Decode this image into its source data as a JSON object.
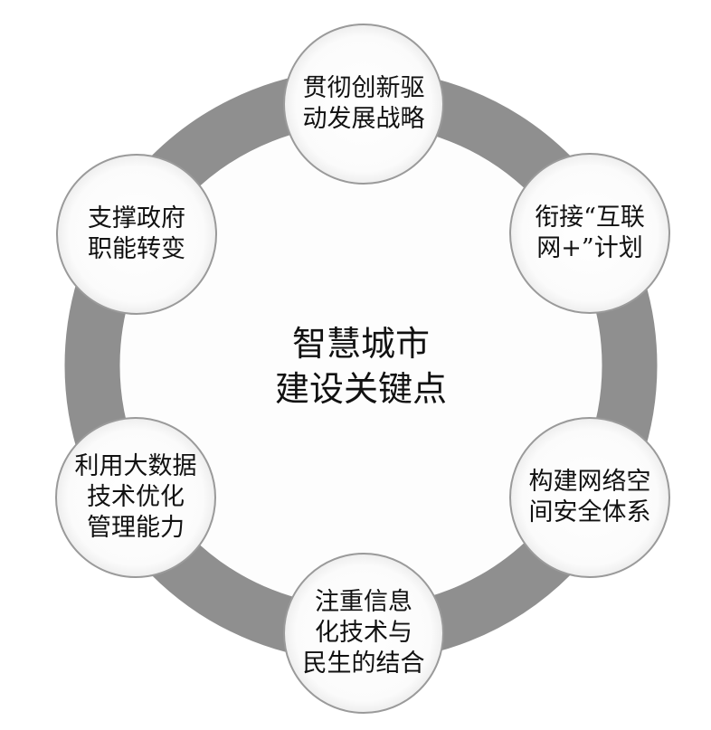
{
  "center": {
    "title": "智慧城市\n建设关键点"
  },
  "nodes": [
    {
      "label": "贯彻创新驱\n动发展战略"
    },
    {
      "label": "衔接“互联\n网+”计划"
    },
    {
      "label": "构建网络空\n间安全体系"
    },
    {
      "label": "注重信息\n化技术与\n民生的结合"
    },
    {
      "label": "利用大数据\n技术优化\n管理能力"
    },
    {
      "label": "支撑政府\n职能转变"
    }
  ],
  "colors": {
    "ring": "#8f8f8f",
    "circle_border": "#9a9a9a",
    "fill": "#ffffff"
  }
}
